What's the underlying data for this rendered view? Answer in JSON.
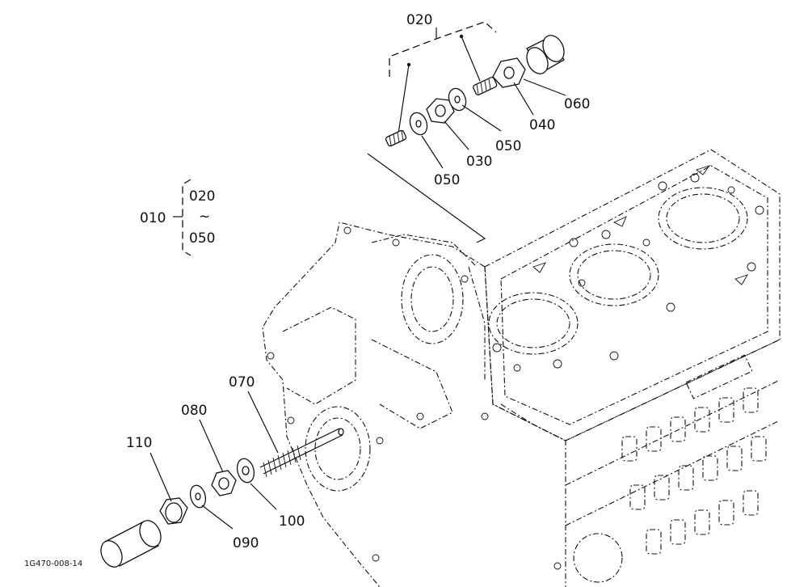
{
  "callouts": {
    "c020_top": "020",
    "c060": "060",
    "c040": "040",
    "c050_right": "050",
    "c030": "030",
    "c050_left": "050",
    "group_010": "010",
    "group_020": "020",
    "group_tilde": "~",
    "group_050": "050",
    "c070": "070",
    "c080": "080",
    "c110": "110",
    "c090": "090",
    "c100": "100"
  },
  "reference_code": "1G470-008-14"
}
